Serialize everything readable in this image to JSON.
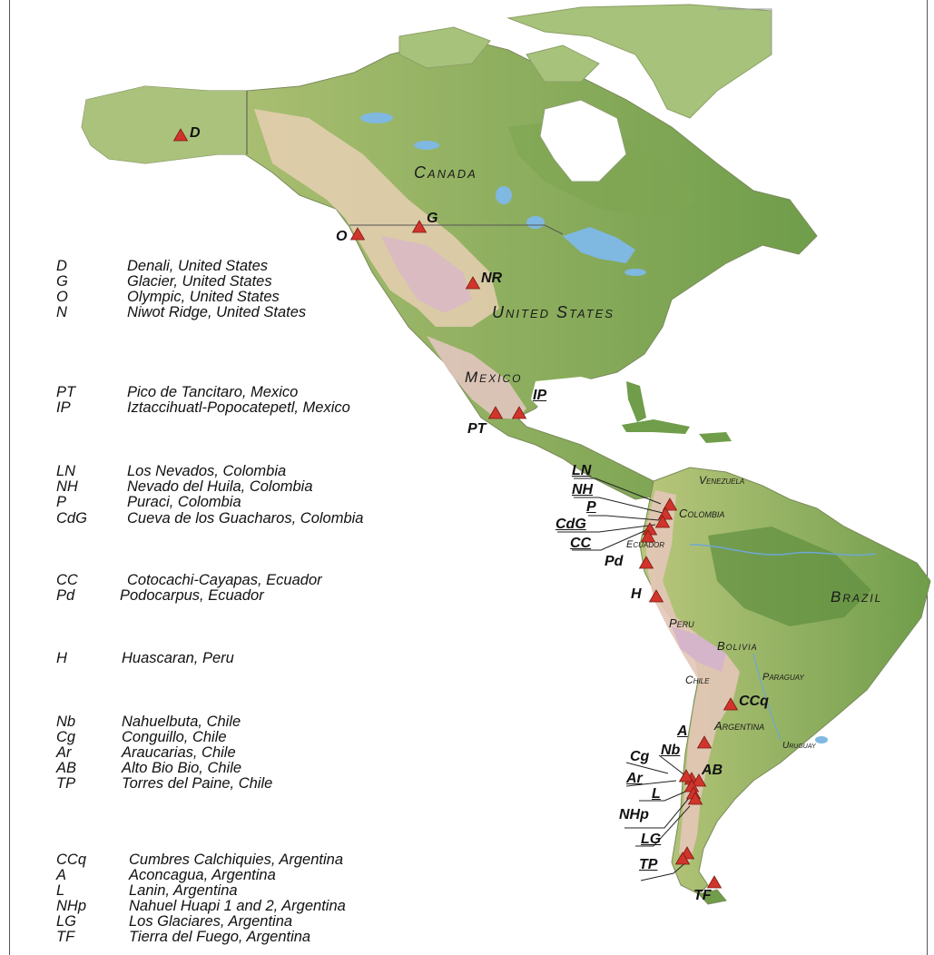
{
  "colors": {
    "ocean": "#ffffff",
    "lowland": "#6f9d4a",
    "midland": "#c9d48a",
    "highland": "#e8c8b8",
    "peak": "#d7b0cf",
    "lake": "#7fb8e0",
    "marker": "#d1342b",
    "greenland": "#a7c27a"
  },
  "countries": [
    {
      "key": "canada",
      "label": "Canada"
    },
    {
      "key": "united_states",
      "label": "United States"
    },
    {
      "key": "mexico",
      "label": "Mexico"
    },
    {
      "key": "venezuela",
      "label": "Venezuela"
    },
    {
      "key": "colombia",
      "label": "Colombia"
    },
    {
      "key": "ecuador",
      "label": "Ecuador"
    },
    {
      "key": "brazil",
      "label": "Brazil"
    },
    {
      "key": "peru",
      "label": "Peru"
    },
    {
      "key": "bolivia",
      "label": "Bolivia"
    },
    {
      "key": "paraguay",
      "label": "Paraguay"
    },
    {
      "key": "chile",
      "label": "Chile"
    },
    {
      "key": "argentina",
      "label": "Argentina"
    },
    {
      "key": "uruguay",
      "label": "Uruguay"
    }
  ],
  "sites": [
    {
      "code": "D"
    },
    {
      "code": "O"
    },
    {
      "code": "G"
    },
    {
      "code": "NR"
    },
    {
      "code": "PT"
    },
    {
      "code": "IP"
    },
    {
      "code": "LN"
    },
    {
      "code": "NH"
    },
    {
      "code": "P"
    },
    {
      "code": "CdG"
    },
    {
      "code": "CC"
    },
    {
      "code": "Pd"
    },
    {
      "code": "H"
    },
    {
      "code": "CCq"
    },
    {
      "code": "A"
    },
    {
      "code": "Nb"
    },
    {
      "code": "Cg"
    },
    {
      "code": "AB"
    },
    {
      "code": "Ar"
    },
    {
      "code": "L"
    },
    {
      "code": "NHp"
    },
    {
      "code": "LG"
    },
    {
      "code": "TP"
    },
    {
      "code": "TF"
    }
  ],
  "legend": [
    {
      "code": "D",
      "name": "Denali, United States"
    },
    {
      "code": "G",
      "name": "Glacier, United States"
    },
    {
      "code": "O",
      "name": "Olympic, United States"
    },
    {
      "code": "N",
      "name": "Niwot Ridge, United States"
    },
    {
      "code": "PT",
      "name": "Pico de Tancitaro, Mexico"
    },
    {
      "code": "IP",
      "name": "Iztaccihuatl-Popocatepetl, Mexico"
    },
    {
      "code": "LN",
      "name": "Los Nevados, Colombia"
    },
    {
      "code": "NH",
      "name": "Nevado del Huila, Colombia"
    },
    {
      "code": "P",
      "name": "Puraci, Colombia"
    },
    {
      "code": "CdG",
      "name": "Cueva de los Guacharos, Colombia"
    },
    {
      "code": "CC",
      "name": "Cotocachi-Cayapas, Ecuador"
    },
    {
      "code": "Pd",
      "name": "Podocarpus, Ecuador"
    },
    {
      "code": "H",
      "name": "Huascaran, Peru"
    },
    {
      "code": "Nb",
      "name": "Nahuelbuta, Chile"
    },
    {
      "code": "Cg",
      "name": "Conguillo, Chile"
    },
    {
      "code": "Ar",
      "name": "Araucarias, Chile"
    },
    {
      "code": "AB",
      "name": "Alto Bio Bio, Chile"
    },
    {
      "code": "TP",
      "name": "Torres del Paine, Chile"
    },
    {
      "code": "CCq",
      "name": "Cumbres Calchiquies, Argentina"
    },
    {
      "code": "A",
      "name": "Aconcagua, Argentina"
    },
    {
      "code": "L",
      "name": "Lanin, Argentina"
    },
    {
      "code": "NHp",
      "name": "Nahuel Huapi 1 and 2, Argentina"
    },
    {
      "code": "LG",
      "name": "Los Glaciares, Argentina"
    },
    {
      "code": "TF",
      "name": "Tierra del Fuego, Argentina"
    }
  ]
}
